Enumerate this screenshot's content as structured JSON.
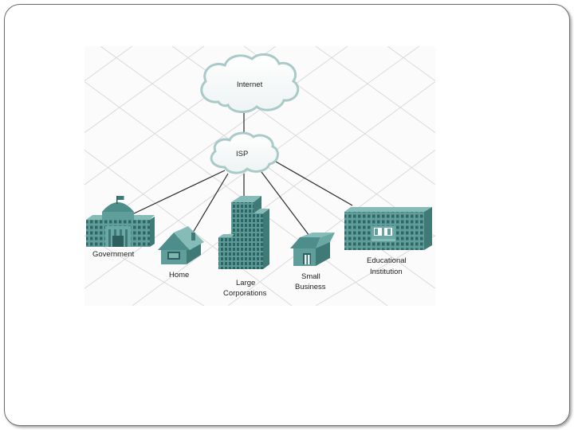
{
  "diagram": {
    "clouds": {
      "internet": "Internet",
      "isp": "ISP"
    },
    "nodes": {
      "government": "Government",
      "home": "Home",
      "large_corp_line1": "Large",
      "large_corp_line2": "Corporations",
      "small_biz_line1": "Small",
      "small_biz_line2": "Business",
      "edu_line1": "Educational",
      "edu_line2": "Institution"
    },
    "colors": {
      "building_front": "#5f9e9b",
      "building_side": "#3f7a77",
      "building_roof": "#86bcb8",
      "cloud_edge": "#9fc4c2",
      "grid": "#d9d9d9",
      "link": "#2a2a2a"
    }
  }
}
